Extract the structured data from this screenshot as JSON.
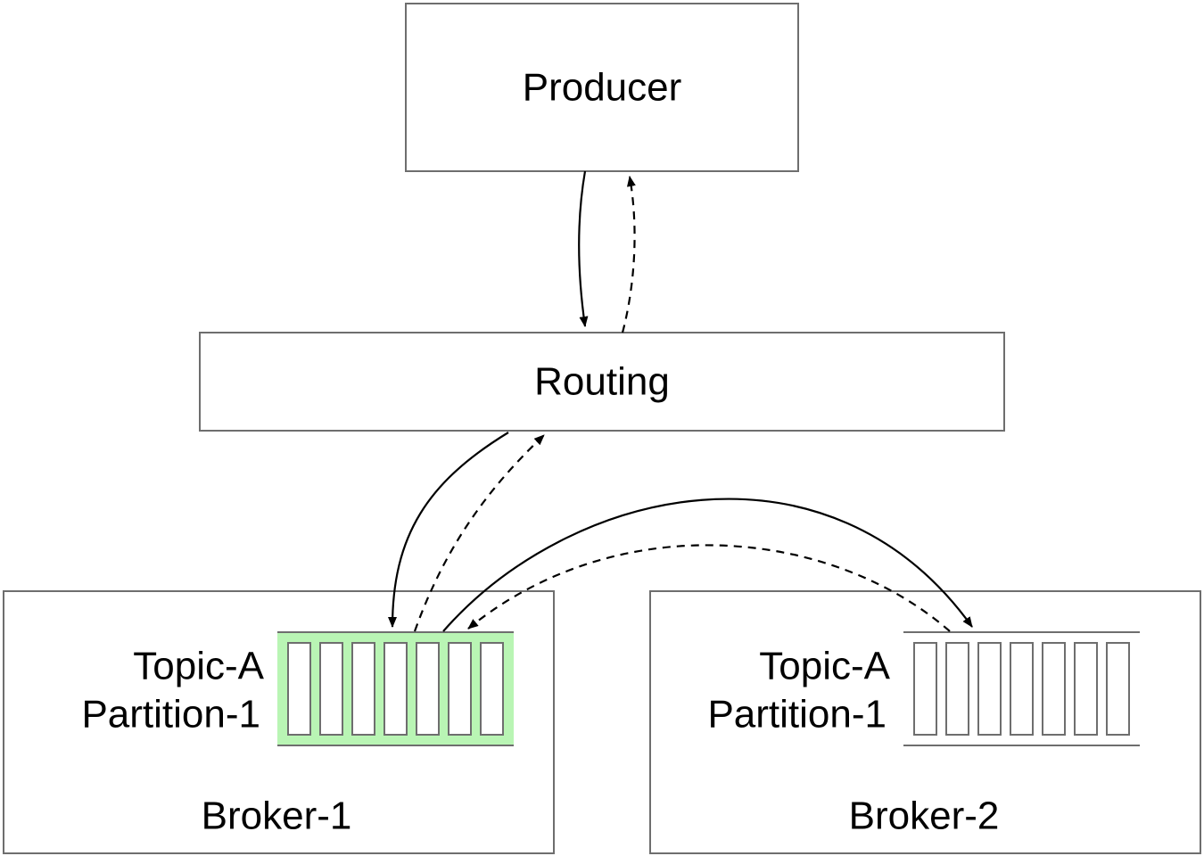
{
  "nodes": {
    "producer": {
      "label": "Producer"
    },
    "routing": {
      "label": "Routing"
    },
    "broker1": {
      "label": "Broker-1",
      "queue_line1": "Topic-A",
      "queue_line2": "Partition-1",
      "highlighted": true
    },
    "broker2": {
      "label": "Broker-2",
      "queue_line1": "Topic-A",
      "queue_line2": "Partition-1",
      "highlighted": false
    }
  },
  "queue_slots": 7,
  "colors": {
    "highlight": "#b9f5b4",
    "border": "#6e6e6e",
    "arrow": "#000000"
  },
  "edges": [
    {
      "from": "producer",
      "to": "routing",
      "style": "solid"
    },
    {
      "from": "routing",
      "to": "producer",
      "style": "dashed"
    },
    {
      "from": "routing",
      "to": "broker1",
      "style": "solid"
    },
    {
      "from": "broker1",
      "to": "routing",
      "style": "dashed"
    },
    {
      "from": "broker1",
      "to": "broker2",
      "style": "solid"
    },
    {
      "from": "broker2",
      "to": "broker1",
      "style": "dashed"
    }
  ]
}
